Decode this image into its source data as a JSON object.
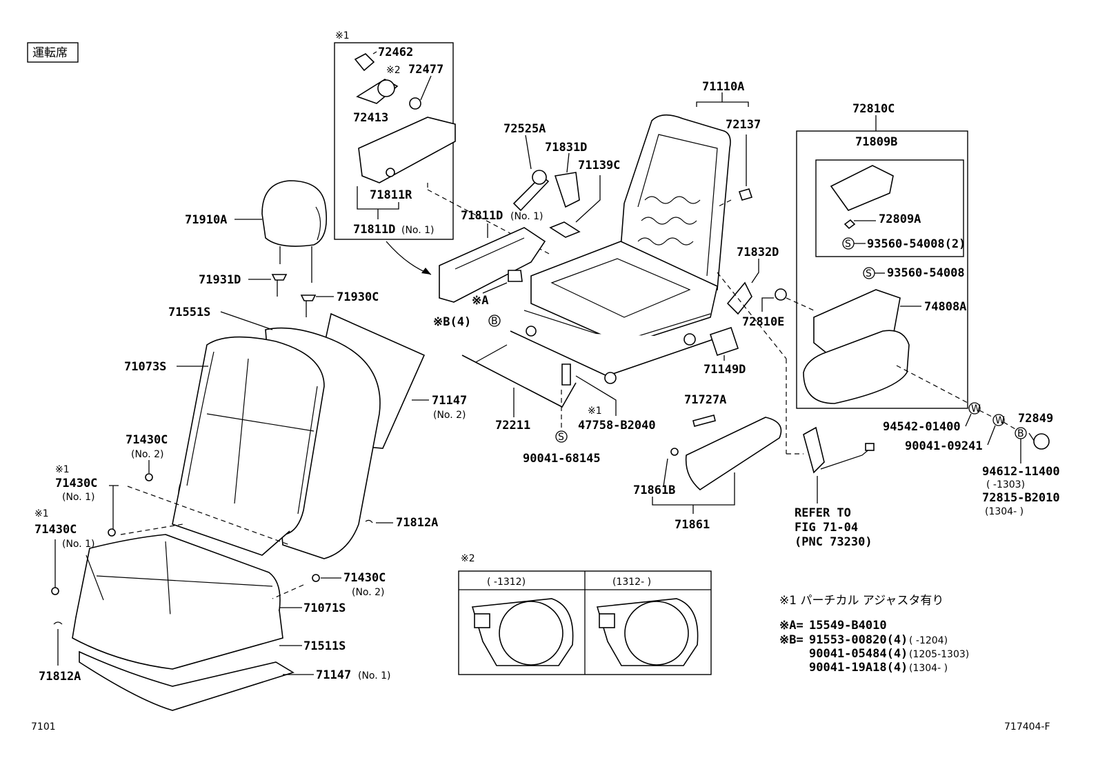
{
  "header": {
    "tag": "運転席"
  },
  "footer": {
    "left": "7101",
    "right": "717404-F"
  },
  "inset1": {
    "mark": "※1",
    "mark2": "※2",
    "p72462": "72462",
    "p72477": "72477",
    "p72413": "72413",
    "p71811R": "71811R",
    "p71811D": "71811D",
    "p71811D_note": "(No. 1)"
  },
  "labels": {
    "p71910A": "71910A",
    "p71931D": "71931D",
    "p71930C": "71930C",
    "p71551S": "71551S",
    "p71073S": "71073S",
    "p71147_2": "71147",
    "p71147_2_note": "(No. 2)",
    "p71430C_a": "71430C",
    "p71430C_a_note": "(No. 2)",
    "mark_b": "※1",
    "p71430C_b": "71430C",
    "p71430C_b_note": "(No. 1)",
    "mark_c": "※1",
    "p71430C_c": "71430C",
    "p71430C_c_note": "(No. 1)",
    "p71812A_1": "71812A",
    "p71430C_d": "71430C",
    "p71430C_d_note": "(No. 2)",
    "p71071S": "71071S",
    "p71511S": "71511S",
    "p71812A_2": "71812A",
    "p71147_1": "71147",
    "p71147_1_note": "(No. 1)",
    "p71811D": "71811D",
    "p71811D_note": "(No. 1)",
    "markA": "※A",
    "markB": "※B(4)",
    "circB": "B",
    "p72525A": "72525A",
    "p71831D": "71831D",
    "p71139C": "71139C",
    "p71110A": "71110A",
    "p72137": "72137",
    "p71832D": "71832D",
    "p72810E": "72810E",
    "p71149D": "71149D",
    "p72211": "72211",
    "mark_d": "※1",
    "p47758": "47758-B2040",
    "circS1": "S",
    "p90041_68145": "90041-68145",
    "p71727A": "71727A",
    "p71861B": "71861B",
    "p71861": "71861",
    "refer1": "REFER TO",
    "refer2": "FIG 71-04",
    "refer3": "(PNC 73230)",
    "p72810C": "72810C",
    "p71809B": "71809B",
    "p72809A": "72809A",
    "circS2": "S",
    "p93560_2": "93560-54008(2)",
    "circS3": "S",
    "p93560": "93560-54008",
    "p74808A": "74808A",
    "circW1": "W",
    "p94542": "94542-01400",
    "circW2": "W",
    "p90041_09241": "90041-09241",
    "p72849": "72849",
    "circB2": "B",
    "p94612": "94612-11400",
    "p94612_note": "(    -1303)",
    "p72815": "72815-B2010",
    "p72815_note": "(1304-    )"
  },
  "inset2": {
    "mark": "※2",
    "col1": "(    -1312)",
    "col2": "(1312-    )"
  },
  "notes": {
    "n1": "※1 パーチカル アジャスタ有り",
    "nA_key": "※A=",
    "nA_val": "15549-B4010",
    "nB_key": "※B=",
    "nB1": "91553-00820(4)",
    "nB1_date": "(       -1204)",
    "nB2": "90041-05484(4)",
    "nB2_date": "(1205-1303)",
    "nB3": "90041-19A18(4)",
    "nB3_date": "(1304-      )"
  }
}
